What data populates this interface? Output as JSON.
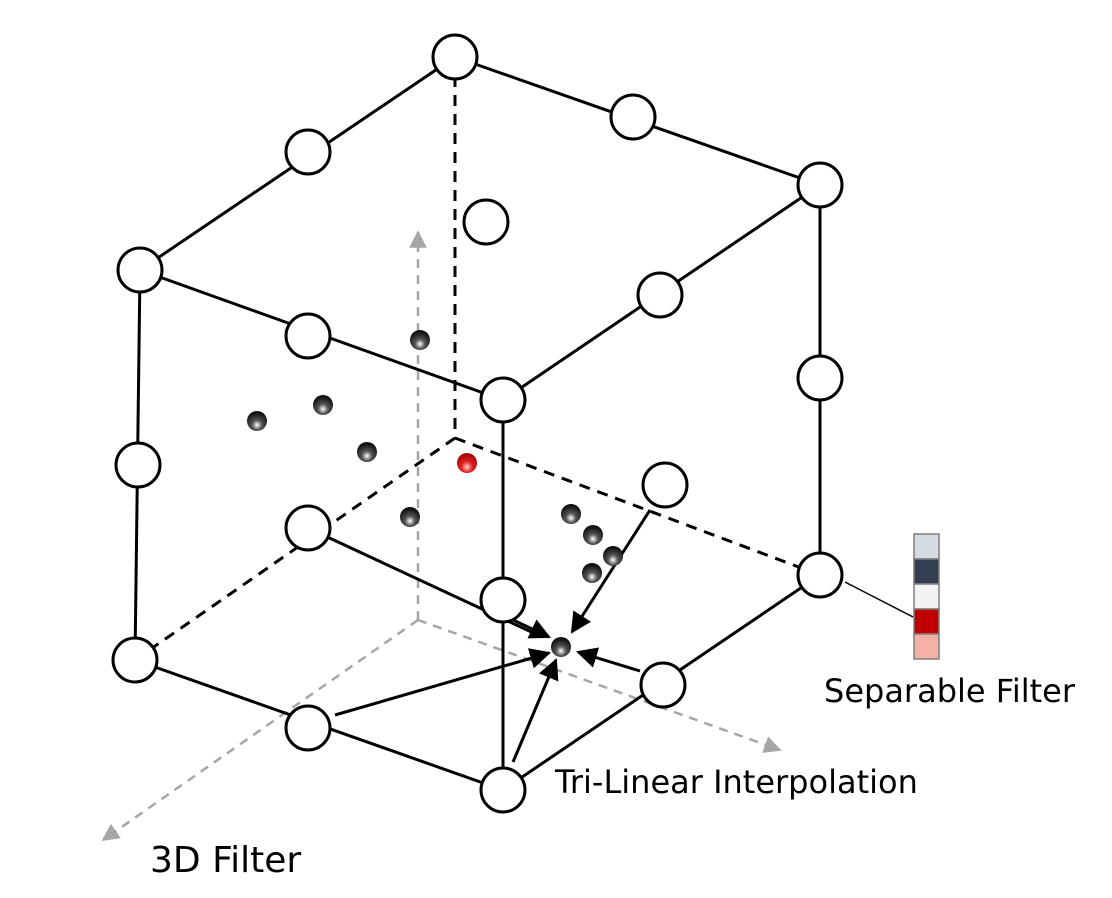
{
  "labels": {
    "separable_filter": "Separable Filter",
    "trilinear_interpolation": "Tri-Linear Interpolation",
    "filter_3d": "3D Filter"
  },
  "colors": {
    "edge": "#000000",
    "axis": "#a6a6a6",
    "sample_point": "#000000",
    "highlight_point": "#cc0000",
    "separable_filter_cells": [
      "#d5dce4",
      "#333f50",
      "#f2f2f2",
      "#c00000",
      "#f4b1a5"
    ]
  },
  "icons": {
    "lattice_node": "white-circle",
    "sample_point": "black-shaded-sphere",
    "highlight_point": "red-shaded-sphere"
  }
}
